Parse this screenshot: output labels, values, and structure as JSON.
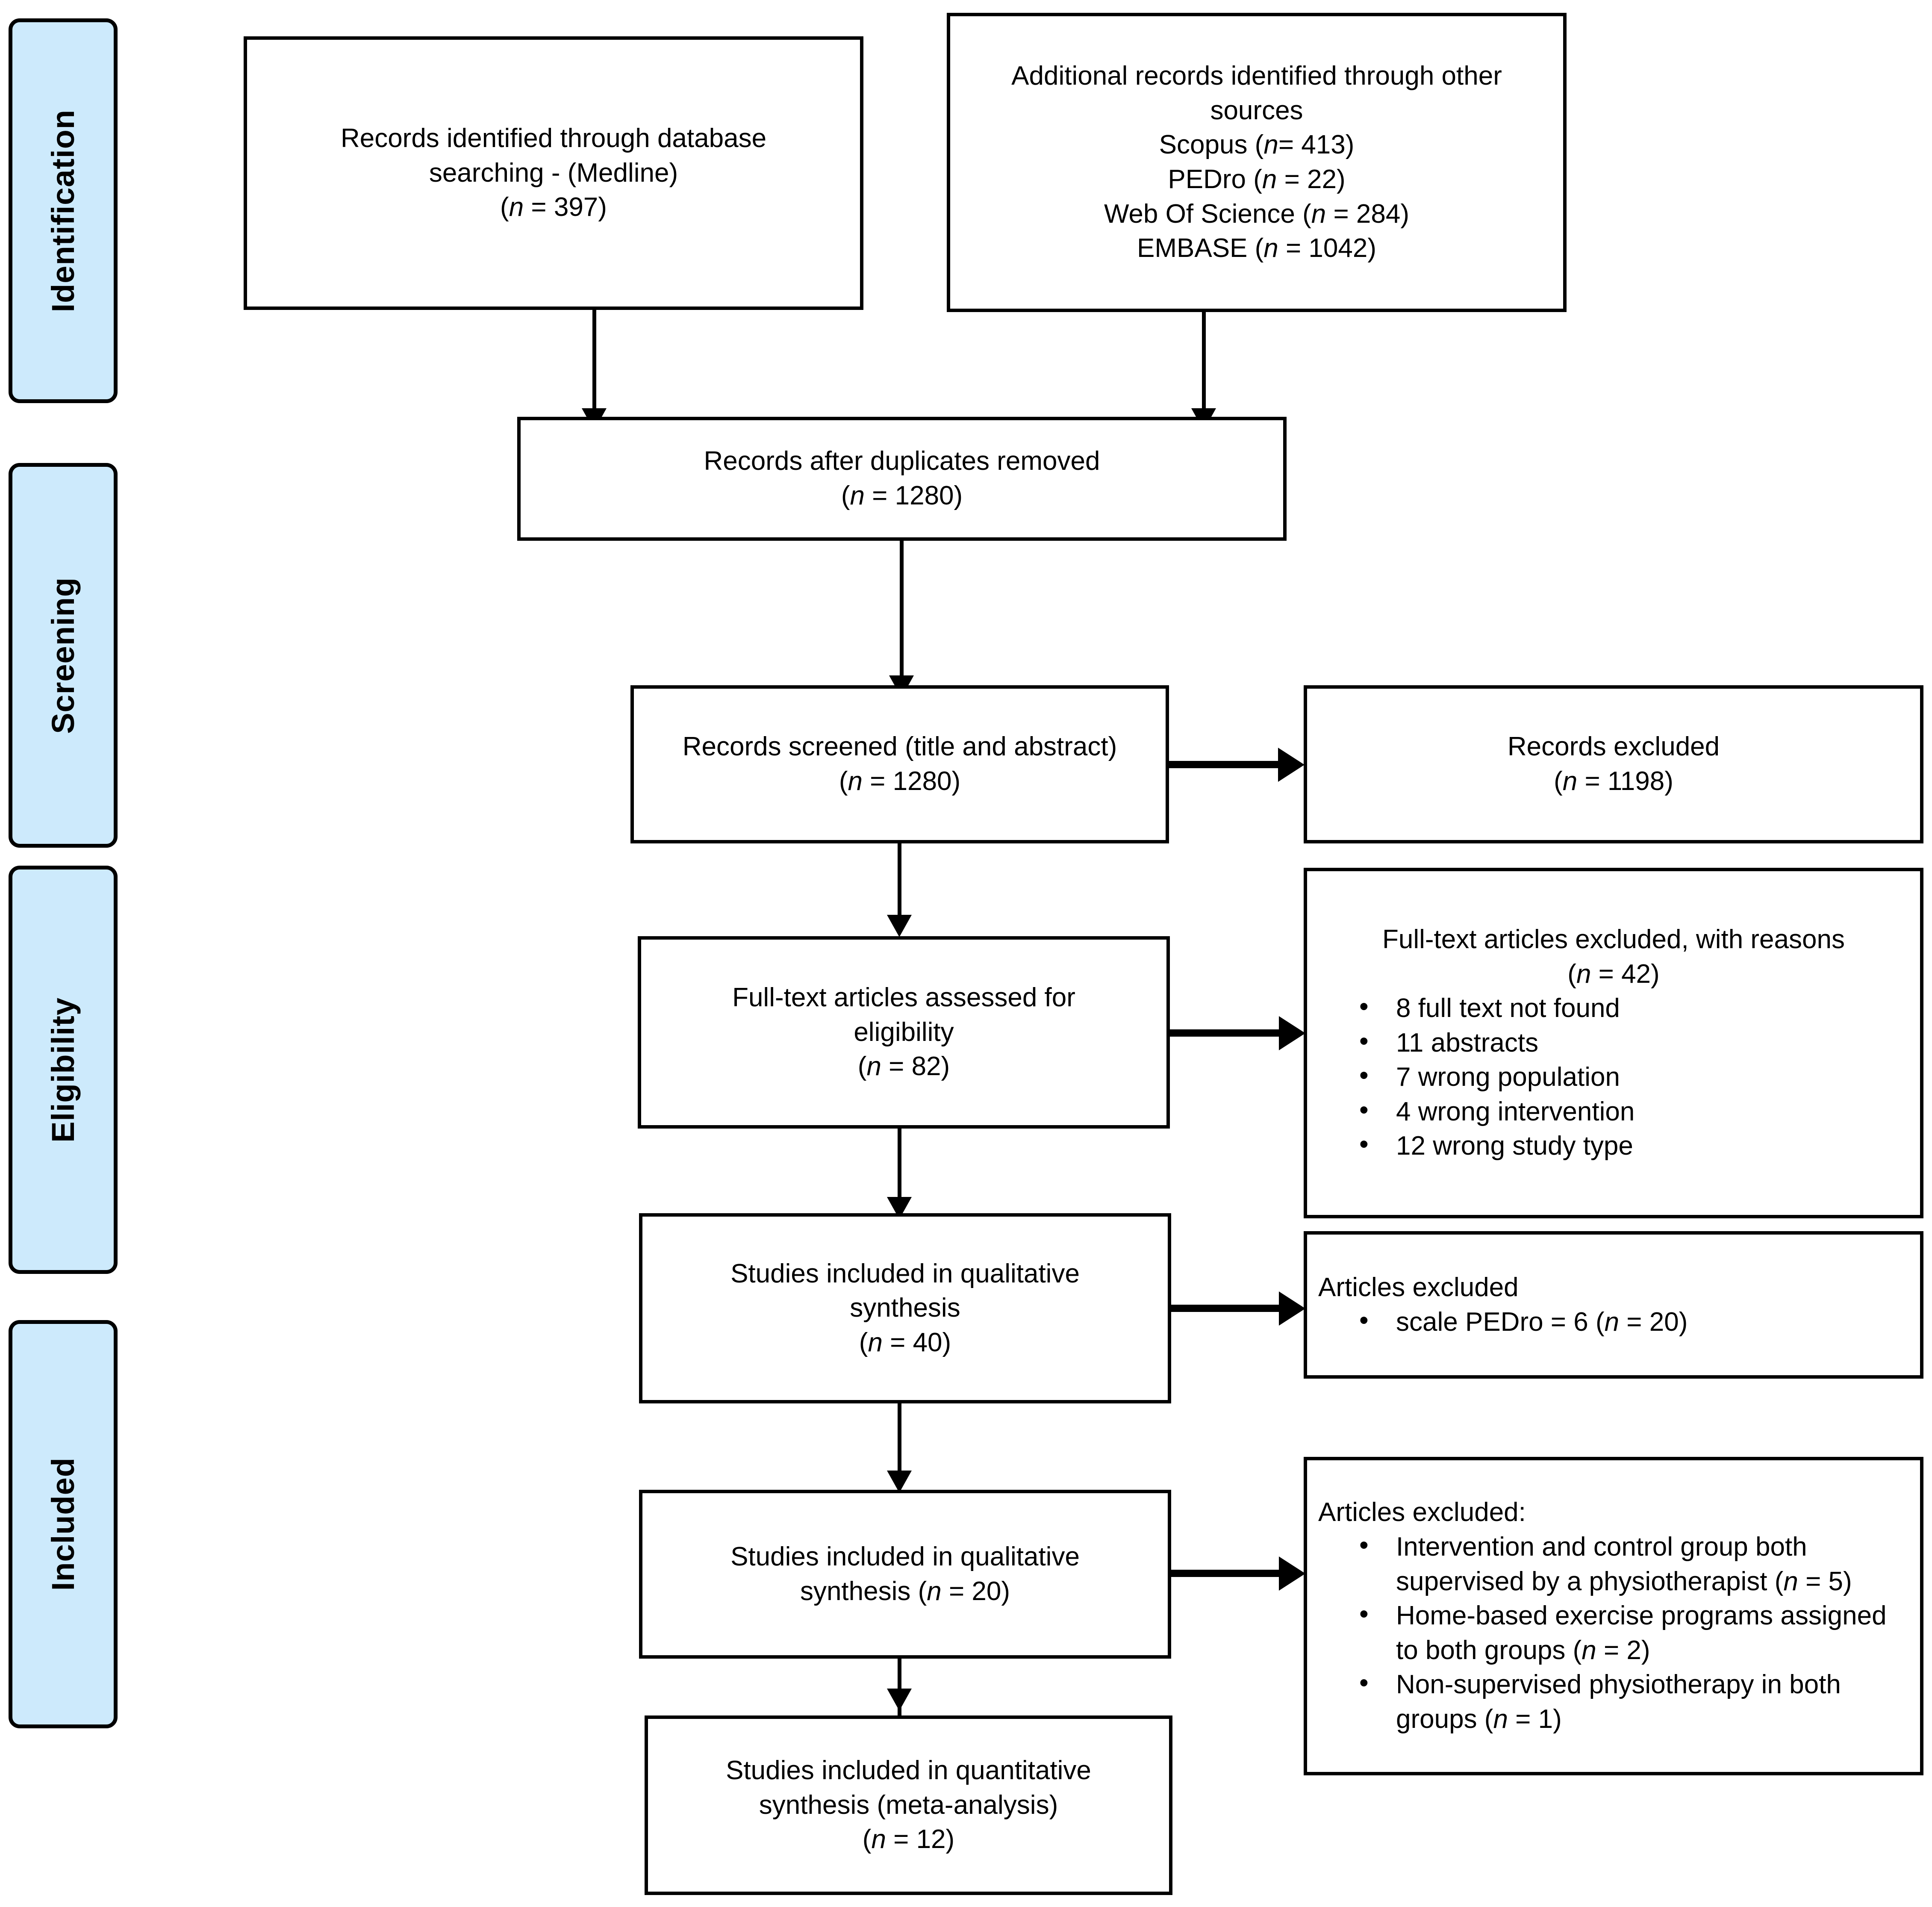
{
  "diagram": {
    "title": "PRISMA flow diagram",
    "accent_color": "#cdeafc",
    "line_color": "#000000"
  },
  "stages": [
    {
      "label": "Identification"
    },
    {
      "label": "Screening"
    },
    {
      "label": "Eligibility"
    },
    {
      "label": "Included"
    }
  ],
  "boxes": {
    "db_search": {
      "line1": "Records identified through database",
      "line2": "searching - (Medline)",
      "count_prefix": "(",
      "count_italic": "n",
      "count_suffix": " = 397)"
    },
    "other_sources": {
      "line1": "Additional records identified through other",
      "line2": "sources",
      "sources": [
        {
          "name": "Scopus (",
          "italic": "n",
          "value": "= 413)"
        },
        {
          "name": "PEDro (",
          "italic": "n",
          "value": " = 22)"
        },
        {
          "name": "Web Of Science (",
          "italic": "n",
          "value": " = 284)"
        },
        {
          "name": "EMBASE (",
          "italic": "n",
          "value": " = 1042)"
        }
      ]
    },
    "duplicates_removed": {
      "line1": "Records after duplicates removed",
      "count_prefix": "(",
      "count_italic": "n",
      "count_suffix": " = 1280)"
    },
    "records_screened": {
      "line1": "Records screened (title and abstract)",
      "count_prefix": "(",
      "count_italic": "n",
      "count_suffix": " =  1280)"
    },
    "records_excluded": {
      "line1": "Records excluded",
      "count_prefix": "(",
      "count_italic": "n",
      "count_suffix": " = 1198)"
    },
    "fulltext_assessed": {
      "line1": "Full-text articles assessed for",
      "line2": "eligibility",
      "count_prefix": "(",
      "count_italic": "n",
      "count_suffix": " =  82)"
    },
    "fulltext_excluded": {
      "line1": "Full-text articles excluded, with reasons",
      "count_prefix": "(",
      "count_italic": "n",
      "count_suffix": " = 42)",
      "reasons": [
        "8 full text not found",
        "11 abstracts",
        "7 wrong population",
        "4 wrong intervention",
        "12 wrong study type"
      ]
    },
    "qualitative_40": {
      "line1": "Studies included in qualitative",
      "line2": "synthesis",
      "count_prefix": "(",
      "count_italic": "n",
      "count_suffix": " =  40)"
    },
    "articles_excluded_pedro": {
      "line1": "Articles excluded",
      "bullet_pre": "scale PEDro = 6 (",
      "bullet_italic": "n",
      "bullet_post": " = 20)"
    },
    "qualitative_20": {
      "line1": "Studies included in qualitative",
      "line2_pre": "synthesis (",
      "line2_italic": "n",
      "line2_post": " =  20)"
    },
    "articles_excluded_final": {
      "line1": "Articles excluded:",
      "reasons": [
        {
          "pre": "Intervention and control group both supervised by a physiotherapist (",
          "italic": "n",
          "post": " = 5)"
        },
        {
          "pre": "Home-based exercise programs assigned to both groups (",
          "italic": "n",
          "post": " = 2)"
        },
        {
          "pre": "Non-supervised physiotherapy in both groups (",
          "italic": "n",
          "post": " = 1)"
        }
      ]
    },
    "quantitative_12": {
      "line1": "Studies included in quantitative",
      "line2": "synthesis (meta-analysis)",
      "count_prefix": "(",
      "count_italic": "n",
      "count_suffix": " =  12)"
    }
  }
}
